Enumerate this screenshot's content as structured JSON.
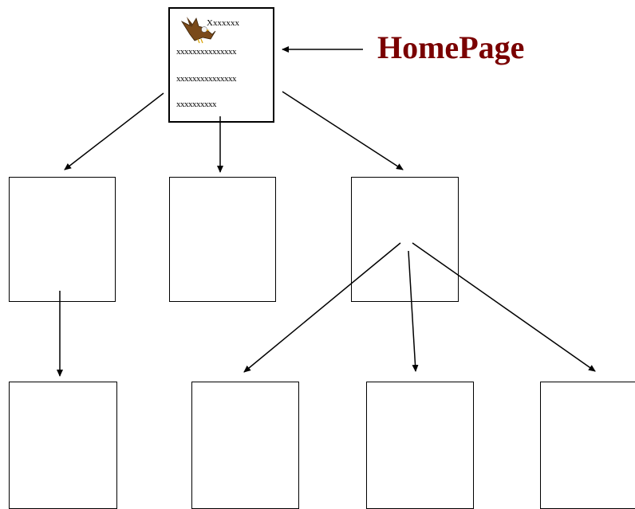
{
  "homepage": {
    "label": "HomePage",
    "title_text": "Xxxxxxx",
    "lines": [
      "xxxxxxxxxxxxxxx",
      "xxxxxxxxxxxxxxx",
      "xxxxxxxxxx"
    ]
  },
  "colors": {
    "label": "#7a0000",
    "stroke": "#000000"
  },
  "icons": {
    "logo": "eagle-icon"
  }
}
